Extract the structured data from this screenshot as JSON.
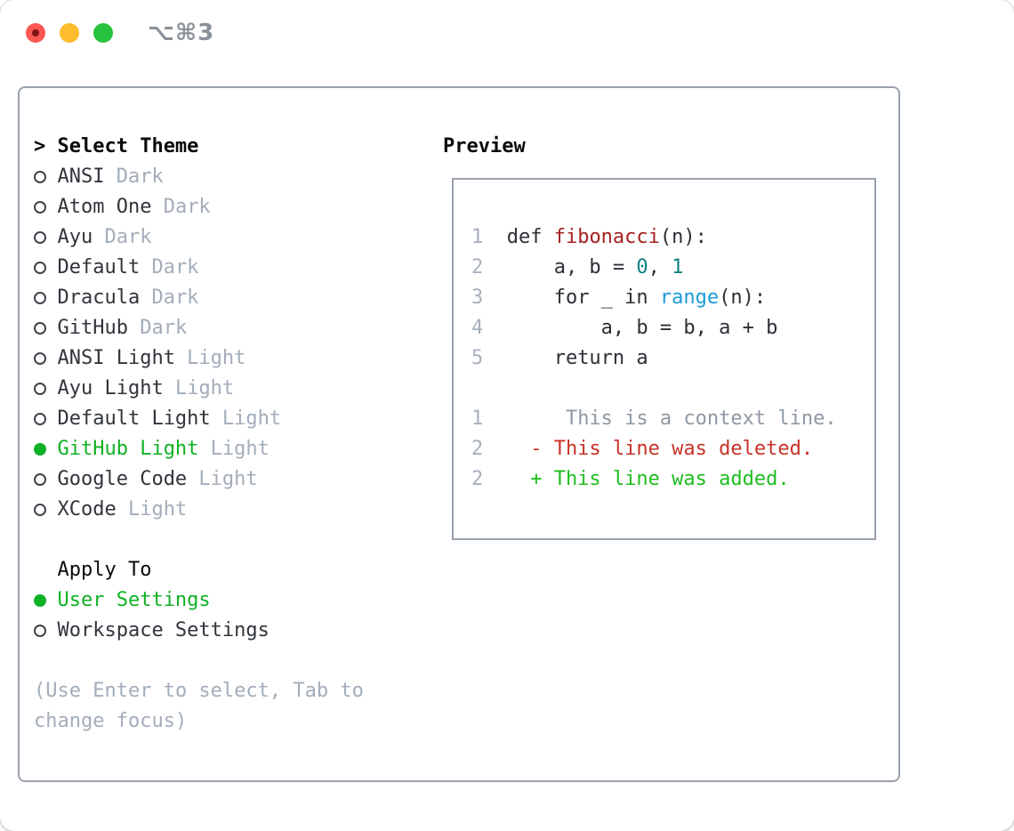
{
  "window": {
    "titlebar_shortcut": "⌥⌘3"
  },
  "select_theme": {
    "prompt": ">",
    "title": "Select Theme",
    "items": [
      {
        "name": "ANSI",
        "variant": "Dark",
        "selected": false
      },
      {
        "name": "Atom One",
        "variant": "Dark",
        "selected": false
      },
      {
        "name": "Ayu",
        "variant": "Dark",
        "selected": false
      },
      {
        "name": "Default",
        "variant": "Dark",
        "selected": false
      },
      {
        "name": "Dracula",
        "variant": "Dark",
        "selected": false
      },
      {
        "name": "GitHub",
        "variant": "Dark",
        "selected": false
      },
      {
        "name": "ANSI Light",
        "variant": "Light",
        "selected": false
      },
      {
        "name": "Ayu Light",
        "variant": "Light",
        "selected": false
      },
      {
        "name": "Default Light",
        "variant": "Light",
        "selected": false
      },
      {
        "name": "GitHub Light",
        "variant": "Light",
        "selected": true
      },
      {
        "name": "Google Code",
        "variant": "Light",
        "selected": false
      },
      {
        "name": "XCode",
        "variant": "Light",
        "selected": false
      }
    ]
  },
  "apply_to": {
    "title": "Apply To",
    "options": [
      {
        "name": "User Settings",
        "selected": true
      },
      {
        "name": "Workspace Settings",
        "selected": false
      }
    ]
  },
  "hint_lines": [
    "(Use Enter to select, Tab to",
    "change focus)"
  ],
  "preview": {
    "title": "Preview",
    "code_lines": [
      {
        "num": "1",
        "segments": [
          {
            "t": "def ",
            "c": "code"
          },
          {
            "t": "fibonacci",
            "c": "func"
          },
          {
            "t": "(n):",
            "c": "code"
          }
        ]
      },
      {
        "num": "2",
        "segments": [
          {
            "t": "    a, b = ",
            "c": "code"
          },
          {
            "t": "0",
            "c": "num"
          },
          {
            "t": ", ",
            "c": "code"
          },
          {
            "t": "1",
            "c": "num"
          }
        ]
      },
      {
        "num": "3",
        "segments": [
          {
            "t": "    for _ in ",
            "c": "code"
          },
          {
            "t": "range",
            "c": "builtin"
          },
          {
            "t": "(n):",
            "c": "code"
          }
        ]
      },
      {
        "num": "4",
        "segments": [
          {
            "t": "        a, b = b, a + b",
            "c": "code"
          }
        ]
      },
      {
        "num": "5",
        "segments": [
          {
            "t": "    return a",
            "c": "code"
          }
        ]
      },
      {
        "num": "",
        "segments": []
      },
      {
        "num": "1",
        "segments": [
          {
            "t": "     This is a context line.",
            "c": "ctx"
          }
        ]
      },
      {
        "num": "2",
        "segments": [
          {
            "t": "  - This line was deleted.",
            "c": "del"
          }
        ]
      },
      {
        "num": "2",
        "segments": [
          {
            "t": "  + This line was added.",
            "c": "add"
          }
        ]
      }
    ]
  },
  "colors": {
    "accent_green": "#10b124",
    "added_green": "#1ebe1e",
    "deleted_red": "#c73228",
    "func_red": "#a32020",
    "number_teal": "#0d7f7f",
    "builtin_blue": "#1b9bd8",
    "context_gray": "#8f98a2",
    "line_number_gray": "#a8b0bc",
    "text_dark": "#30343b",
    "code_text": "#2b2f36",
    "muted_gray": "#a3adba",
    "border_gray": "#9aa2ae",
    "heading_black": "#0b0b0b",
    "titlebar_gray": "#8b9199"
  }
}
